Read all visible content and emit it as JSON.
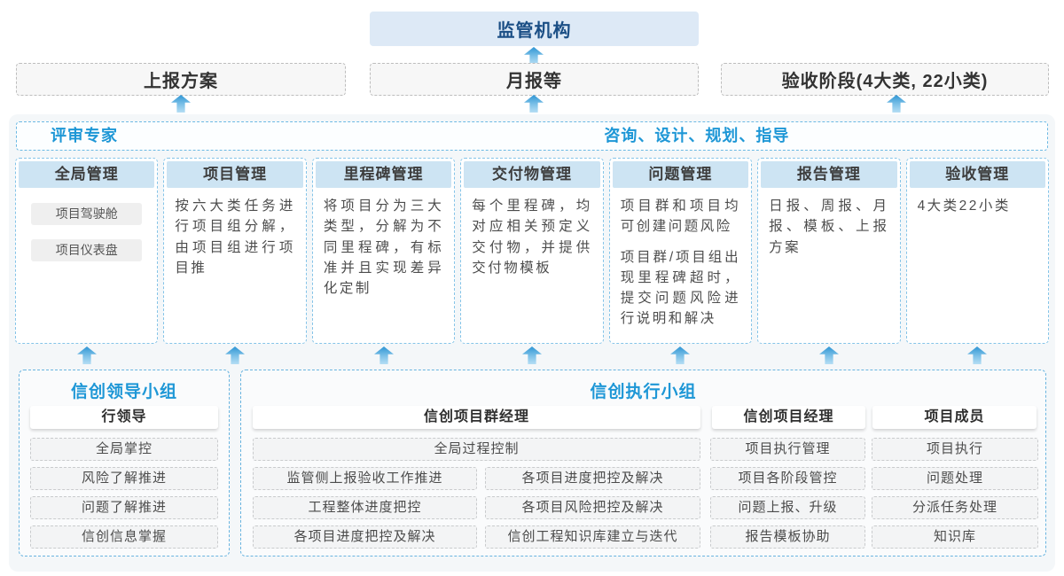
{
  "colors": {
    "accent_blue": "#1e97d6",
    "regulator_text": "#1a4e85",
    "regulator_bg": "#dde9f6",
    "column_header_bg": "#cde4f3",
    "dashed_blue_border": "#6cb9e3",
    "arrow_gradient_top": "#2f95d4",
    "arrow_gradient_bottom": "#b5def4"
  },
  "top": {
    "regulator": "监管机构"
  },
  "report_row": [
    {
      "label": "上报方案"
    },
    {
      "label": "月报等"
    },
    {
      "label": "验收阶段(4大类, 22小类)"
    }
  ],
  "platform": {
    "left_role": "评审专家",
    "right_role": "咨询、设计、规划、指导",
    "columns": [
      {
        "title": "全局管理",
        "items": [
          "项目驾驶舱",
          "项目仪表盘"
        ]
      },
      {
        "title": "项目管理",
        "text": "按六大类任务进行项目组分解，由项目组进行项目推"
      },
      {
        "title": "里程碑管理",
        "text": "将项目分为三大类型，分解为不同里程碑，有标准并且实现差异化定制"
      },
      {
        "title": "交付物管理",
        "text": "每个里程碑，均对应相关预定义交付物，并提供交付物模板"
      },
      {
        "title": "问题管理",
        "paragraphs": [
          "项目群和项目均可创建问题风险",
          "项目群/项目组出现里程碑超时，提交问题风险进行说明和解决"
        ]
      },
      {
        "title": "报告管理",
        "text": "日报、周报、月报、模板、上报方案"
      },
      {
        "title": "验收管理",
        "text": "4大类22小类"
      }
    ]
  },
  "leader_group": {
    "title": "信创领导小组",
    "role": "行领导",
    "items": [
      "全局掌控",
      "风险了解推进",
      "问题了解推进",
      "信创信息掌握"
    ]
  },
  "exec_group": {
    "title": "信创执行小组",
    "pm_group": {
      "role": "信创项目群经理",
      "full_item": "全局过程控制",
      "left_items": [
        "监管侧上报验收工作推进",
        "工程整体进度把控",
        "各项目进度把控及解决"
      ],
      "right_items": [
        "各项目进度把控及解决",
        "各项目风险把控及解决",
        "信创工程知识库建立与迭代"
      ]
    },
    "pm": {
      "role": "信创项目经理",
      "items": [
        "项目执行管理",
        "项目各阶段管控",
        "问题上报、升级",
        "报告模板协助"
      ]
    },
    "member": {
      "role": "项目成员",
      "items": [
        "项目执行",
        "问题处理",
        "分派任务处理",
        "知识库"
      ]
    }
  }
}
